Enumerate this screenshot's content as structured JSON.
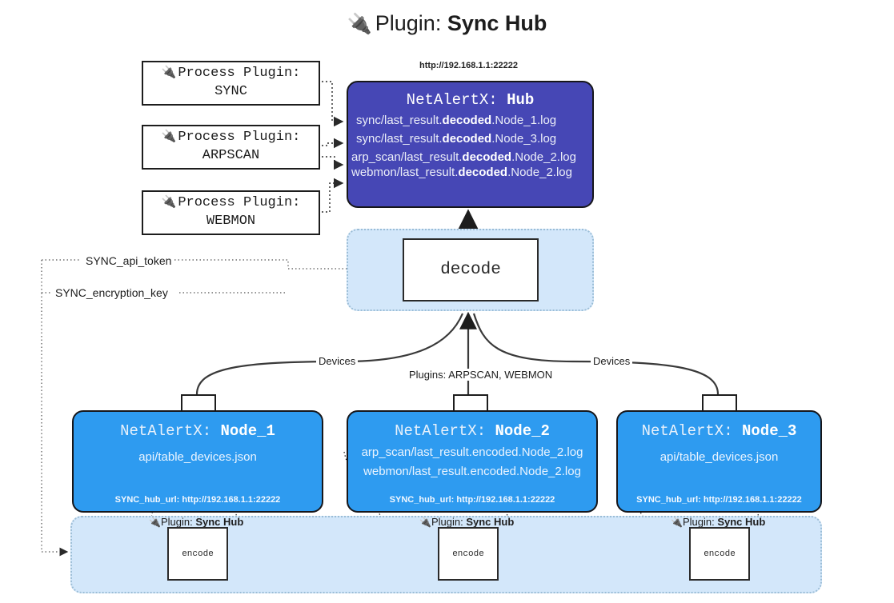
{
  "title": {
    "icon": "plug-icon",
    "prefix": "Plugin: ",
    "name": "Sync Hub"
  },
  "process_plugins": [
    {
      "icon": "plug-icon",
      "heading": "Process Plugin:",
      "name": "SYNC"
    },
    {
      "icon": "plug-icon",
      "heading": "Process Plugin:",
      "name": "ARPSCAN"
    },
    {
      "icon": "plug-icon",
      "heading": "Process Plugin:",
      "name": "WEBMON"
    }
  ],
  "hub": {
    "url": "http://192.168.1.1:22222",
    "title_prefix": "NetAlertX: ",
    "title_name": "Hub",
    "lines": [
      {
        "pre": "sync/last_result.",
        "bold": "decoded",
        "post": ".Node_1.log"
      },
      {
        "pre": "sync/last_result.",
        "bold": "decoded",
        "post": ".Node_3.log"
      },
      {
        "pre": "arp_scan/last_result.",
        "bold": "decoded",
        "post": ".Node_2.log"
      },
      {
        "pre": "webmon/last_result.",
        "bold": "decoded",
        "post": ".Node_2.log"
      }
    ]
  },
  "decode": {
    "label": "decode"
  },
  "secrets": {
    "api_token": "SYNC_api_token",
    "encryption_key": "SYNC_encryption_key"
  },
  "edges": {
    "devices_left": "Devices",
    "devices_right": "Devices",
    "plugins": "Plugins: ARPSCAN, WEBMON"
  },
  "nodes": [
    {
      "title_prefix": "NetAlertX: ",
      "title_name": "Node_1",
      "lines": [
        "api/table_devices.json"
      ],
      "hub_url_label": "SYNC_hub_url: http://192.168.1.1:22222",
      "envelope": "envelope-icon"
    },
    {
      "title_prefix": "NetAlertX: ",
      "title_name": "Node_2",
      "lines": [
        "arp_scan/last_result.encoded.Node_2.log",
        "webmon/last_result.encoded.Node_2.log"
      ],
      "hub_url_label": "SYNC_hub_url: http://192.168.1.1:22222",
      "envelope": "envelope-icon"
    },
    {
      "title_prefix": "NetAlertX: ",
      "title_name": "Node_3",
      "lines": [
        "api/table_devices.json"
      ],
      "hub_url_label": "SYNC_hub_url: http://192.168.1.1:22222",
      "envelope": "envelope-icon"
    }
  ],
  "encoders": [
    {
      "label": "encode",
      "plugin_prefix": "Plugin: ",
      "plugin_name": "Sync Hub",
      "icon": "plug-icon"
    },
    {
      "label": "encode",
      "plugin_prefix": "Plugin: ",
      "plugin_name": "Sync Hub",
      "icon": "plug-icon"
    },
    {
      "label": "encode",
      "plugin_prefix": "Plugin: ",
      "plugin_name": "Sync Hub",
      "icon": "plug-icon"
    }
  ],
  "colors": {
    "hub": "#4647b5",
    "node": "#2e9bf0",
    "lane": "#d3e7fa",
    "stroke": "#2a2a2a"
  }
}
